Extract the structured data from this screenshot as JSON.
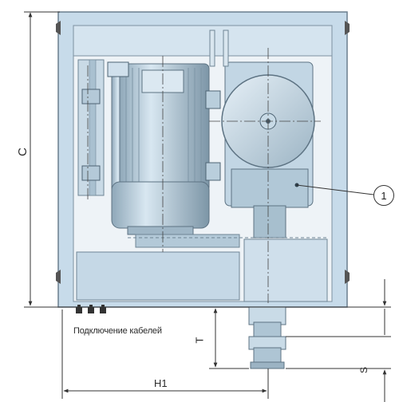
{
  "labels": {
    "dimension_c": "C",
    "dimension_t": "T",
    "dimension_s": "S",
    "dimension_h1": "H1",
    "cable_connection": "Подключение кабелей",
    "callout": "1"
  },
  "colors": {
    "frame_fill": "#c7dbea",
    "frame_stroke": "#6a7e8e",
    "motor_fill": "#b6cddd",
    "motor_dark": "#7f97a8",
    "dimension_line": "#333333"
  }
}
